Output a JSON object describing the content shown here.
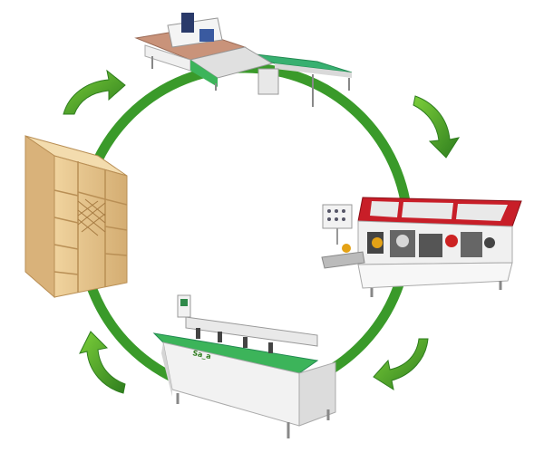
{
  "diagram": {
    "ring_color": "#3a9a2a",
    "arrow_color": "#4aaa2c",
    "arrow_dark": "#2e7d1e",
    "stations": [
      {
        "id": "cnc-router",
        "icon": "cnc-nesting-router-icon"
      },
      {
        "id": "edge-bander",
        "icon": "edge-banding-machine-icon"
      },
      {
        "id": "boring-machine",
        "icon": "side-boring-machine-icon"
      },
      {
        "id": "cabinet",
        "icon": "wooden-cabinet-icon"
      }
    ],
    "machine_labels": {
      "boring_brand": "Sa_a"
    },
    "colors": {
      "machine_green": "#3cb45a",
      "machine_white": "#f2f2f2",
      "edge_bander_red": "#c81e28",
      "wood": "#e6c48c",
      "wood_dark": "#b98f55"
    }
  }
}
